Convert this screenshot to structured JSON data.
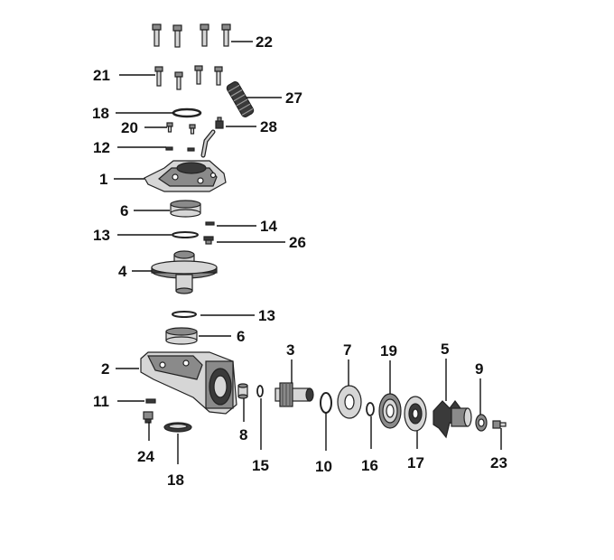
{
  "callouts": {
    "c1": "1",
    "c2": "2",
    "c3": "3",
    "c4": "4",
    "c5": "5",
    "c6a": "6",
    "c6b": "6",
    "c7": "7",
    "c8": "8",
    "c9": "9",
    "c10": "10",
    "c11": "11",
    "c12": "12",
    "c13a": "13",
    "c13b": "13",
    "c14": "14",
    "c15": "15",
    "c16": "16",
    "c17": "17",
    "c18a": "18",
    "c18b": "18",
    "c19": "19",
    "c20": "20",
    "c21": "21",
    "c22": "22",
    "c23": "23",
    "c24": "24",
    "c26": "26",
    "c27": "27",
    "c28": "28"
  }
}
